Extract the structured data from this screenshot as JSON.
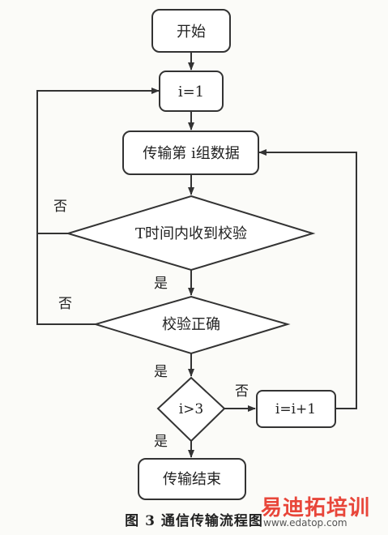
{
  "nodes": {
    "start": "开始",
    "init": "i=1",
    "transfer": "传输第 i组数据",
    "receive_check": "T时间内收到校验",
    "verify_ok": "校验正确",
    "i_gt_3": "i>3",
    "increment": "i=i+1",
    "end": "传输结束"
  },
  "edge_labels": {
    "no_receive": "否",
    "yes_receive": "是",
    "no_verify": "否",
    "yes_verify": "是",
    "no_i": "否",
    "yes_i": "是"
  },
  "caption": "图 3   通信传输流程图",
  "watermark": {
    "brand": "易迪拓培训",
    "url": "www.edatop.com"
  }
}
